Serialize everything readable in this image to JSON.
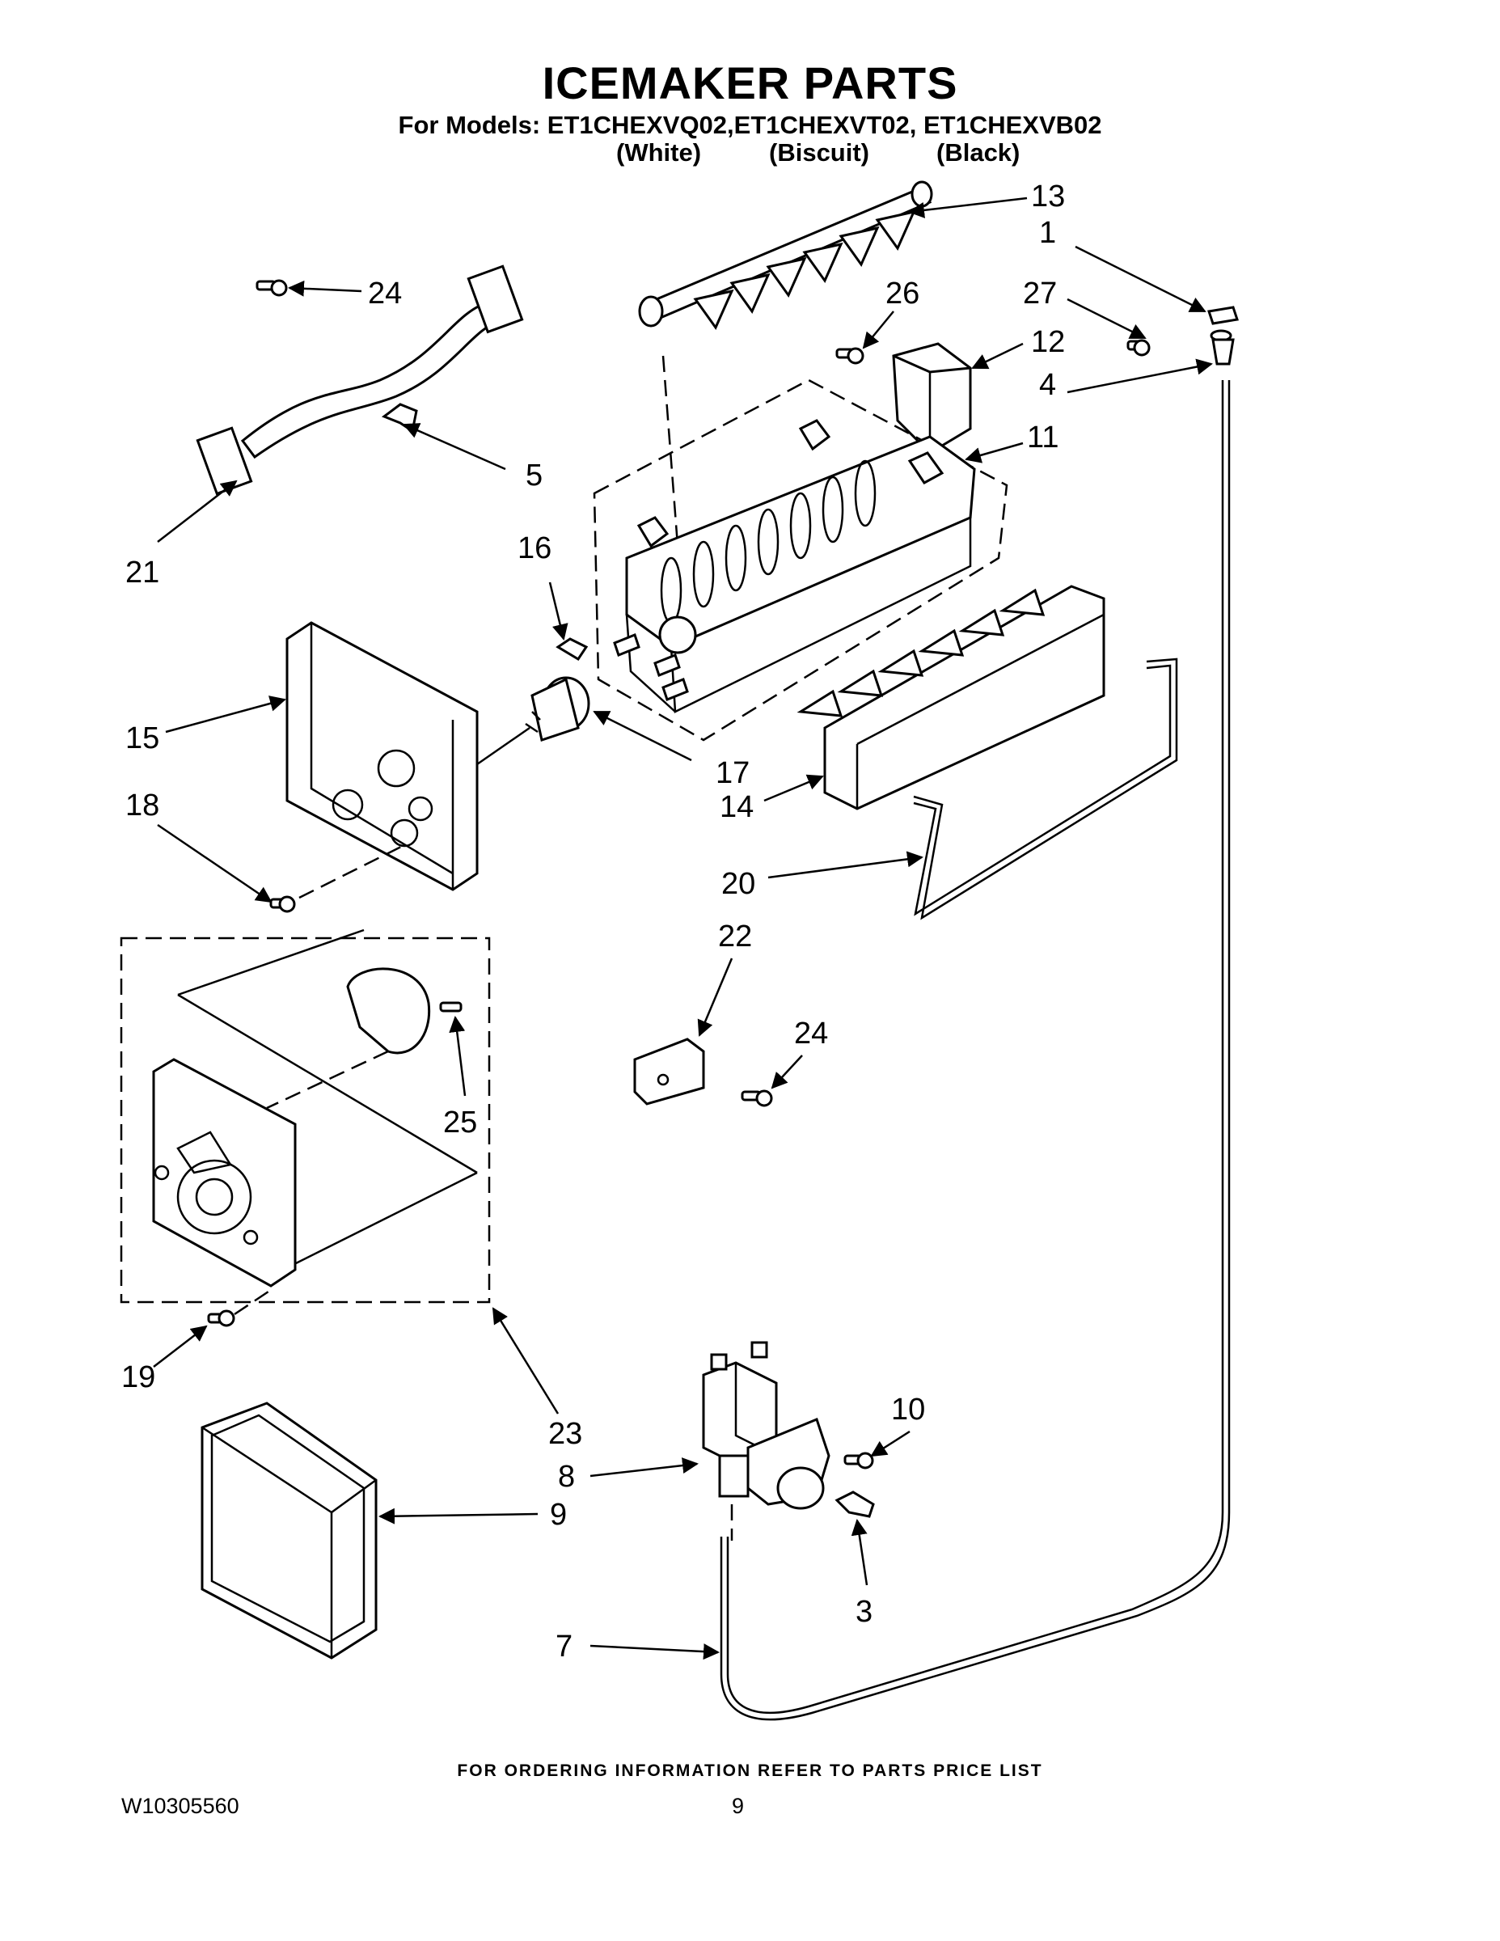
{
  "header": {
    "title": "ICEMAKER PARTS",
    "models_line": "For Models: ET1CHEXVQ02,ET1CHEXVT02, ET1CHEXVB02",
    "colors": [
      "(White)",
      "(Biscuit)",
      "(Black)"
    ]
  },
  "callouts": [
    {
      "id": "13",
      "label": "13"
    },
    {
      "id": "1",
      "label": "1"
    },
    {
      "id": "24a",
      "label": "24"
    },
    {
      "id": "26",
      "label": "26"
    },
    {
      "id": "27",
      "label": "27"
    },
    {
      "id": "12",
      "label": "12"
    },
    {
      "id": "4",
      "label": "4"
    },
    {
      "id": "5",
      "label": "5"
    },
    {
      "id": "11",
      "label": "11"
    },
    {
      "id": "21",
      "label": "21"
    },
    {
      "id": "16",
      "label": "16"
    },
    {
      "id": "15",
      "label": "15"
    },
    {
      "id": "17",
      "label": "17"
    },
    {
      "id": "14",
      "label": "14"
    },
    {
      "id": "18",
      "label": "18"
    },
    {
      "id": "20",
      "label": "20"
    },
    {
      "id": "22",
      "label": "22"
    },
    {
      "id": "24b",
      "label": "24"
    },
    {
      "id": "25",
      "label": "25"
    },
    {
      "id": "19",
      "label": "19"
    },
    {
      "id": "23",
      "label": "23"
    },
    {
      "id": "10",
      "label": "10"
    },
    {
      "id": "8",
      "label": "8"
    },
    {
      "id": "9",
      "label": "9"
    },
    {
      "id": "3",
      "label": "3"
    },
    {
      "id": "7",
      "label": "7"
    }
  ],
  "footer": {
    "note": "FOR ORDERING INFORMATION REFER TO PARTS PRICE LIST",
    "doc_id": "W10305560",
    "page": "9"
  }
}
